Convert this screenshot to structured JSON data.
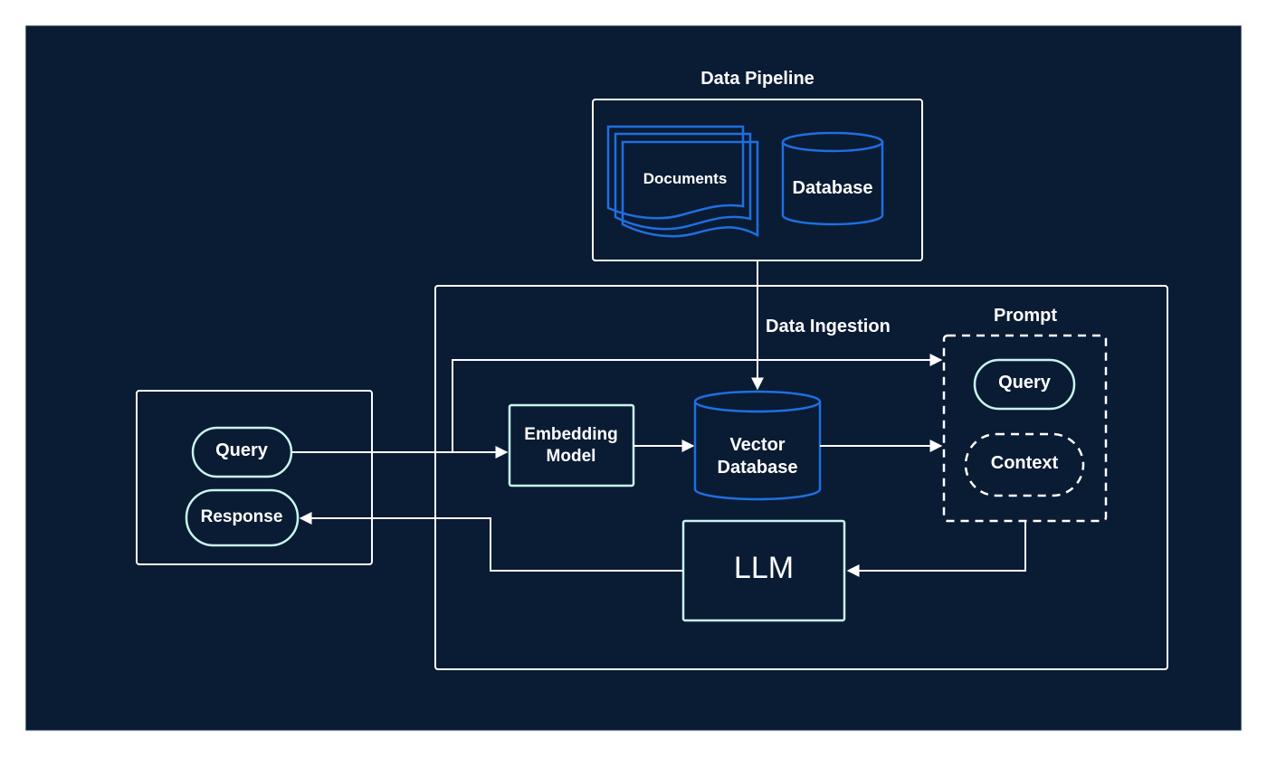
{
  "colors": {
    "background": "#0a1b34",
    "frame": "#ffffff",
    "teal_stroke": "#c8f5ef",
    "blue_stroke": "#1f6fe0",
    "text": "#ffffff"
  },
  "pipeline": {
    "title": "Data Pipeline",
    "documents_label": "Documents",
    "database_label": "Database"
  },
  "ingestion_label": "Data Ingestion",
  "user": {
    "query_label": "Query",
    "response_label": "Response"
  },
  "embedding": {
    "line1": "Embedding",
    "line2": "Model"
  },
  "vector_db": {
    "line1": "Vector",
    "line2": "Database"
  },
  "prompt": {
    "title": "Prompt",
    "query_label": "Query",
    "context_label": "Context"
  },
  "llm_label": "LLM"
}
